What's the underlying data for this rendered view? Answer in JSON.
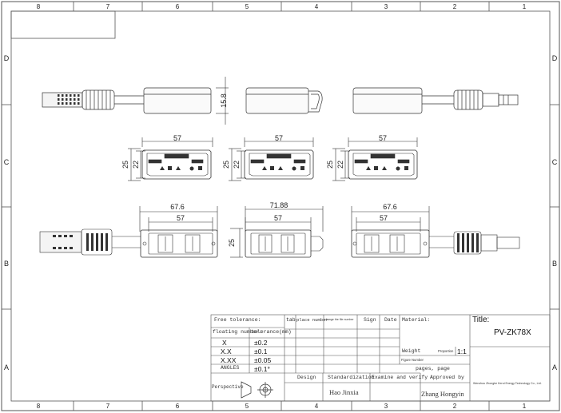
{
  "border": {
    "columns": [
      "8",
      "7",
      "6",
      "5",
      "4",
      "3",
      "2",
      "1"
    ],
    "rows": [
      "D",
      "C",
      "B",
      "A"
    ]
  },
  "views": {
    "row1": {
      "height_dim": "15.8"
    },
    "row2": [
      {
        "width_dim": "57",
        "height_outer": "25",
        "height_inner": "22"
      },
      {
        "width_dim": "57",
        "height_outer": "25",
        "height_inner": "22"
      },
      {
        "width_dim": "57",
        "height_outer": "25",
        "height_inner": "22"
      }
    ],
    "row3": [
      {
        "overall_dim": "67.6",
        "body_dim": "57"
      },
      {
        "overall_dim": "71.88",
        "body_dim": "57",
        "height_dim": "25"
      },
      {
        "overall_dim": "67.6",
        "body_dim": "57"
      }
    ]
  },
  "title_block": {
    "free_tolerance_label": "Free tolerance:",
    "floating_number_label": "floating number:",
    "tolerance_mm_label": "tolerance(mm)",
    "tolerances": [
      {
        "format": "X",
        "value": "±0.2"
      },
      {
        "format": "X.X",
        "value": "±0.1"
      },
      {
        "format": "X.XX",
        "value": "±0.05"
      },
      {
        "format": "ANGLES",
        "value": "±0.1°"
      }
    ],
    "perspective_label": "Perspective",
    "rev_headers": [
      "tab",
      "place number",
      "change the file number",
      "Sign",
      "Date"
    ],
    "material_label": "Material:",
    "title_label": "Title:",
    "title_value": "PV-ZK78X",
    "weight_label": "Weight",
    "proportion_label": "Proportion",
    "proportion_value": "1:1",
    "figure_number_label": "Figure Number",
    "pages_text": "pages, page",
    "design_label": "Design",
    "standardization_label": "Standardization",
    "examine_label": "Examine and verify",
    "approved_label": "Approved by",
    "standardization_name": "Hao Jinxia",
    "approved_name": "Zhang Hongyin",
    "company": "Wenzhou Zhongke Kerui Energy Technology Co., Ltd."
  }
}
